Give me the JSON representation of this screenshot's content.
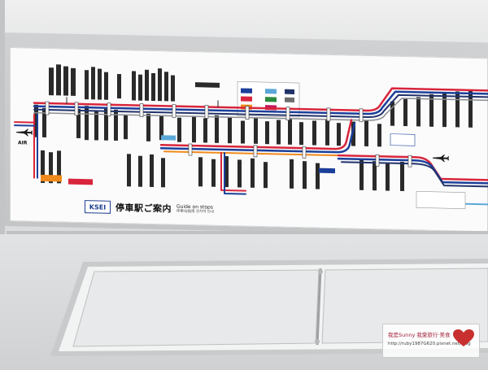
{
  "map": {
    "title_ja": "停車駅ご案内",
    "title_en": "Guide on stops",
    "subtitle": "停車站指南 정차역 안내",
    "logo": "KSEI",
    "airport_label": "AIR"
  },
  "watermark": {
    "line1": "我是Sunny 我愛旅行·美食",
    "line2": "http://ruby1987G620.pixnet.net/blog",
    "icon": "heart-icon"
  },
  "colors": {
    "line_red": "#d8253c",
    "line_blue": "#1b3f9a",
    "line_navy": "#22336b",
    "line_gray": "#8a8d92",
    "line_orange": "#f08a1c",
    "line_lightblue": "#5aa7d8"
  }
}
